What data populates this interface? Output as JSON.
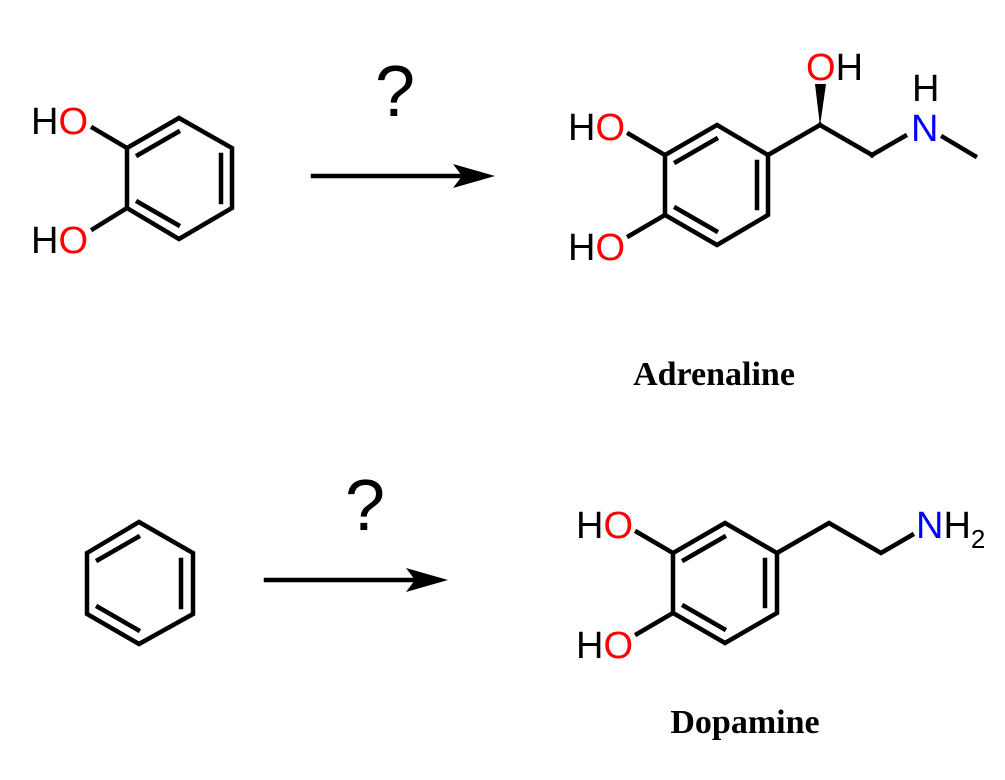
{
  "colors": {
    "bond": "#000000",
    "oxygen": "#ff0000",
    "nitrogen": "#0000ff",
    "hydrogen": "#000000"
  },
  "reaction1": {
    "reagent_label": "?",
    "starting_material": {
      "groups": [
        {
          "h": "H",
          "o": "O"
        },
        {
          "h": "H",
          "o": "O"
        }
      ]
    },
    "product": {
      "name": "Adrenaline",
      "groups": [
        {
          "h": "H",
          "o": "O"
        },
        {
          "h": "H",
          "o": "O"
        }
      ],
      "side_oh": {
        "o": "O",
        "h": "H"
      },
      "amine": {
        "n": "N",
        "h": "H"
      }
    }
  },
  "reaction2": {
    "reagent_label": "?",
    "product": {
      "name": "Dopamine",
      "groups": [
        {
          "h": "H",
          "o": "O"
        },
        {
          "h": "H",
          "o": "O"
        }
      ],
      "amine": {
        "n": "N",
        "h": "H",
        "sub": "2"
      }
    }
  }
}
